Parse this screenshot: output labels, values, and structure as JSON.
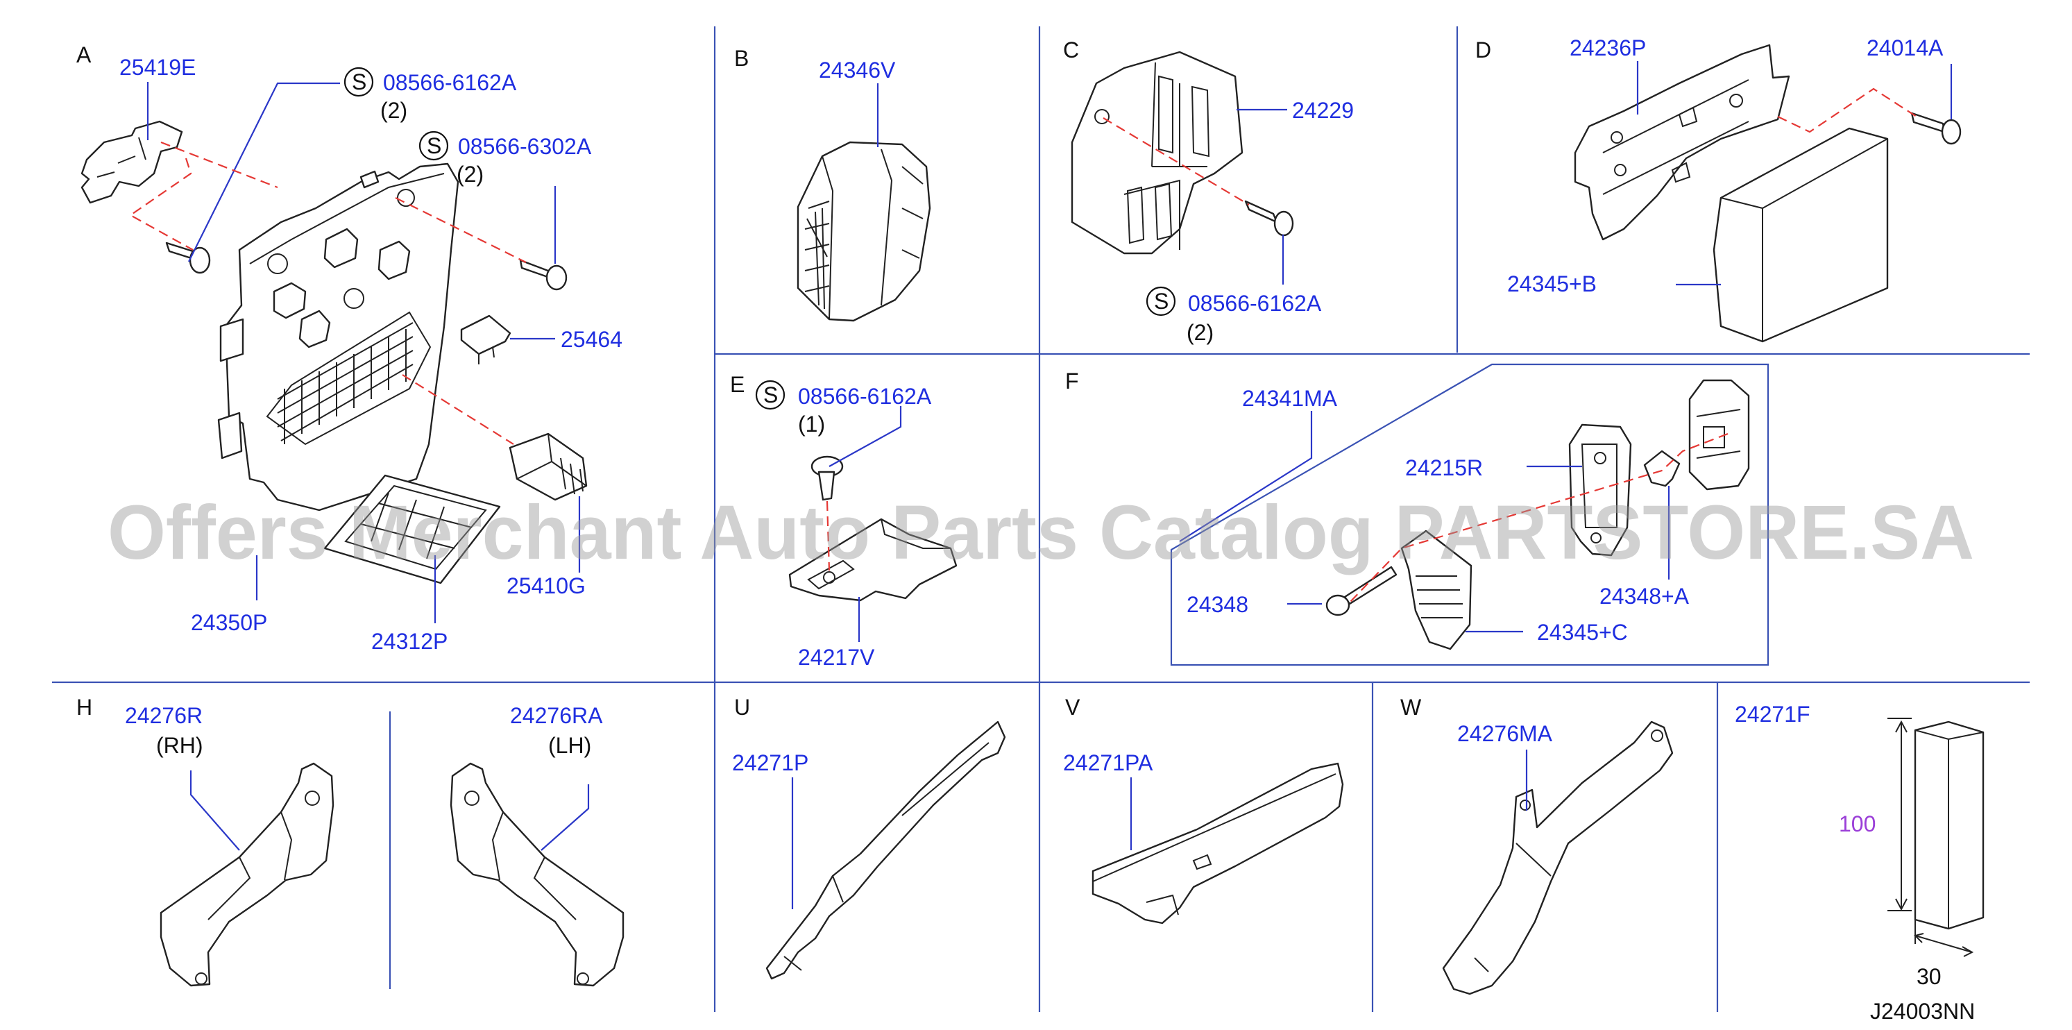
{
  "diagram_code": "J24003NN",
  "watermark": "Offers Merchant Auto Parts Catalog PARTSTORE.SA",
  "sections": {
    "A": {
      "letter": "A",
      "parts": [
        "25419E",
        "08566-6162A",
        "08566-6302A",
        "25464",
        "25410G",
        "24350P",
        "24312P"
      ],
      "qty": [
        "(2)",
        "(2)"
      ],
      "s_mark": "S"
    },
    "B": {
      "letter": "B",
      "parts": [
        "24346V"
      ]
    },
    "C": {
      "letter": "C",
      "parts": [
        "24229",
        "08566-6162A"
      ],
      "qty": [
        "(2)"
      ],
      "s_mark": "S"
    },
    "D": {
      "letter": "D",
      "parts": [
        "24236P",
        "24014A",
        "24345+B"
      ]
    },
    "E": {
      "letter": "E",
      "parts": [
        "08566-6162A",
        "24217V"
      ],
      "qty": [
        "(1)"
      ],
      "s_mark": "S"
    },
    "F": {
      "letter": "F",
      "parts": [
        "24341MA",
        "24215R",
        "24348",
        "24348+A",
        "24345+C"
      ]
    },
    "H": {
      "letter": "H",
      "parts": [
        "24276R",
        "24276RA"
      ],
      "sides": [
        "(RH)",
        "(LH)"
      ]
    },
    "U": {
      "letter": "U",
      "parts": [
        "24271P"
      ]
    },
    "V": {
      "letter": "V",
      "parts": [
        "24271PA"
      ]
    },
    "W": {
      "letter": "W",
      "parts": [
        "24276MA"
      ]
    },
    "X": {
      "parts": [
        "24271F"
      ],
      "dim_height": "100",
      "dim_width": "30"
    }
  },
  "colors": {
    "part_number": "#1f2ee0",
    "grid": "#3a52b4",
    "dashed": "#e53935",
    "dimension": "#9b3fd8"
  }
}
